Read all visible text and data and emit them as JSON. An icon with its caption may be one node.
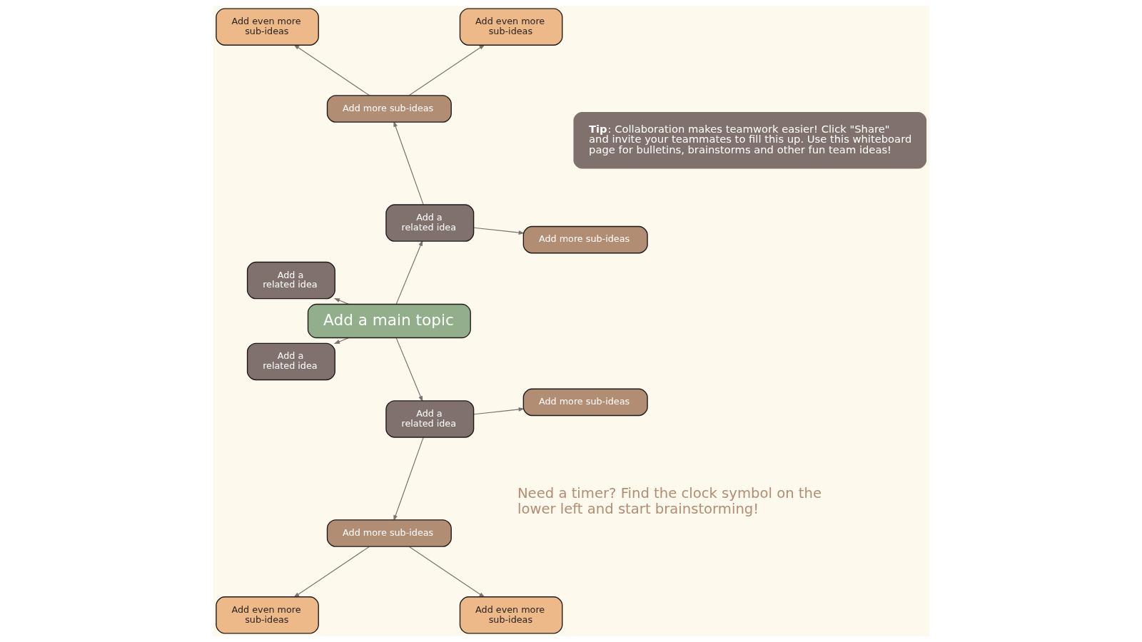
{
  "diagram": {
    "nodes": [
      {
        "text": [
          "Add a main topic"
        ]
      },
      {
        "text": [
          "Add a related idea"
        ]
      },
      {
        "text": [
          "Add more sub-ideas"
        ]
      },
      {
        "text": [
          "Add more sub-ideas"
        ]
      },
      {
        "text": [
          "Add even more sub-ideas"
        ]
      },
      {
        "text": [
          "Add even more sub-ideas"
        ]
      },
      {
        "text": [
          "Add a related idea"
        ]
      },
      {
        "text": [
          "Add a related idea"
        ]
      },
      {
        "text": [
          "Add a related idea"
        ]
      },
      {
        "text": [
          "Add more sub-ideas"
        ]
      },
      {
        "text": [
          "Add even more sub-ideas"
        ]
      },
      {
        "text": [
          "Add even more sub-ideas"
        ]
      },
      {
        "text": [
          "Add more sub-ideas"
        ]
      },
      {
        "text": [
          "**Tip**: Collaboration makes teamwork easier! Click \"Share\" and invite your teammates to fill this up. Use this whiteboard page for bulletins, brainstorms and other fun team ideas!"
        ]
      }
    ],
    "edges": [
      {
        "from": 0,
        "to": 1,
        "arrow": "to"
      },
      {
        "from": 1,
        "to": 2,
        "arrow": "to"
      },
      {
        "from": 1,
        "to": 3,
        "arrow": "to"
      },
      {
        "from": 3,
        "to": 4,
        "arrow": "to"
      },
      {
        "from": 3,
        "to": 5,
        "arrow": "to"
      },
      {
        "from": 0,
        "to": 6,
        "arrow": "to"
      },
      {
        "from": 0,
        "to": 7,
        "arrow": "to"
      },
      {
        "from": 0,
        "to": 8,
        "arrow": "to"
      },
      {
        "from": 8,
        "to": 9,
        "arrow": "to"
      },
      {
        "from": 9,
        "to": 10,
        "arrow": "to"
      },
      {
        "from": 9,
        "to": 11,
        "arrow": "to"
      },
      {
        "from": 8,
        "to": 12,
        "arrow": "to"
      }
    ],
    "labels": [
      "Need a timer? Find the clock symbol on the lower left and start brainstorming!"
    ]
  }
}
